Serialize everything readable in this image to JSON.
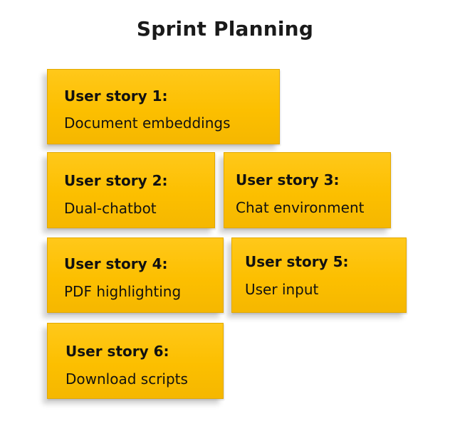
{
  "title": "Sprint Planning",
  "stories": [
    {
      "heading": "User story 1:",
      "text": "Document embeddings"
    },
    {
      "heading": "User story 2:",
      "text": "Dual-chatbot"
    },
    {
      "heading": "User story 3:",
      "text": "Chat environment"
    },
    {
      "heading": "User story 4:",
      "text": "PDF highlighting"
    },
    {
      "heading": "User story 5:",
      "text": "User input"
    },
    {
      "heading": "User story 6:",
      "text": "Download scripts"
    }
  ],
  "colors": {
    "card_fill": "#fcbf00",
    "card_border": "#e2a800",
    "text": "#111111",
    "background": "#ffffff"
  }
}
